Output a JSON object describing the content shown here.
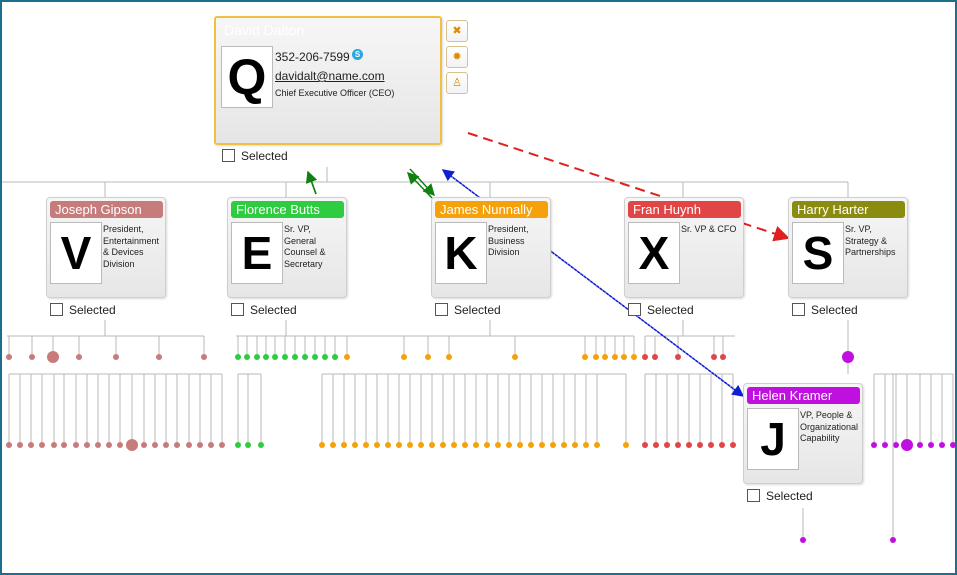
{
  "root": {
    "name": "David Dalton",
    "initial": "Q",
    "phone": "352-206-7599",
    "email": "davidalt@name.com",
    "position": "Chief Executive Officer (CEO)",
    "color": "#4169e1",
    "selected_label": "Selected"
  },
  "tools": {
    "close": "✖",
    "settings": "✹",
    "user": "♙"
  },
  "managers": [
    {
      "name": "Joseph Gipson",
      "initial": "V",
      "position": "President, Entertainment & Devices Division",
      "color": "#c77c7c",
      "selected_label": "Selected"
    },
    {
      "name": "Florence Butts",
      "initial": "E",
      "position": "Sr. VP, General Counsel & Secretary",
      "color": "#2ecc40",
      "selected_label": "Selected"
    },
    {
      "name": "James Nunnally",
      "initial": "K",
      "position": "President, Business Division",
      "color": "#f5a10a",
      "selected_label": "Selected"
    },
    {
      "name": "Fran Huynh",
      "initial": "X",
      "position": "Sr. VP & CFO",
      "color": "#e04646",
      "selected_label": "Selected"
    },
    {
      "name": "Harry Harter",
      "initial": "S",
      "position": "Sr. VP, Strategy & Partnerships",
      "color": "#8b8b10",
      "selected_label": "Selected"
    },
    {
      "name": "Helen Kramer",
      "initial": "J",
      "position": "VP, People & Organizational Capability",
      "color": "#c010e0",
      "selected_label": "Selected"
    }
  ]
}
